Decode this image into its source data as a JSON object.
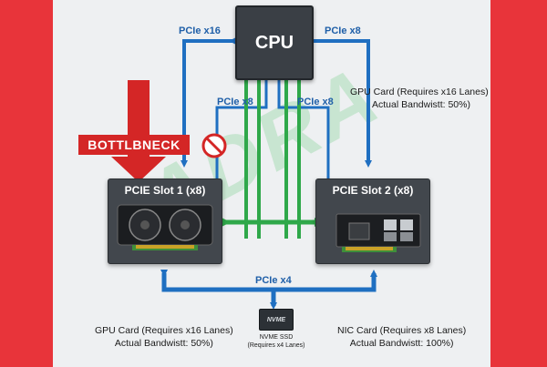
{
  "cpu": {
    "label": "CPU"
  },
  "links": {
    "cpu_to_slot1": "PCIe x16",
    "cpu_to_slot2": "PCIe x8",
    "lane_left": "PCIe x8",
    "lane_right": "PCIe x8",
    "ssd_link": "PCIe x4"
  },
  "bottleneck": {
    "label": "BOTTLBNECK"
  },
  "slot1": {
    "title": "PCIE Slot 1 (x8)"
  },
  "slot2": {
    "title": "PCIE Slot 2 (x8)"
  },
  "notes": {
    "top_right_line1": "GPU Card (Requires x16 Lanes)",
    "top_right_line2": "Actual Bandwistt: 50%)",
    "bottom_left_line1": "GPU Card (Requires x16 Lanes)",
    "bottom_left_line2": "Actual Bandwistt:  50%)",
    "bottom_right_line1": "NIC Card (Requires x8 Lanes)",
    "bottom_right_line2": "Actual Bandwistt: 100%)"
  },
  "ssd": {
    "badge": "NVME",
    "label_line1": "NVME SSD",
    "label_line2": "(Requires x4 Lanes)"
  },
  "watermark": {
    "text": "ADRA"
  },
  "colors": {
    "frame_red": "#e8343a",
    "panel": "#eef0f2",
    "blue_arrow": "#1f6fc1",
    "green_arrow": "#2fa84a",
    "bottleneck_red": "#d42626",
    "slot_dark": "#42474d"
  }
}
